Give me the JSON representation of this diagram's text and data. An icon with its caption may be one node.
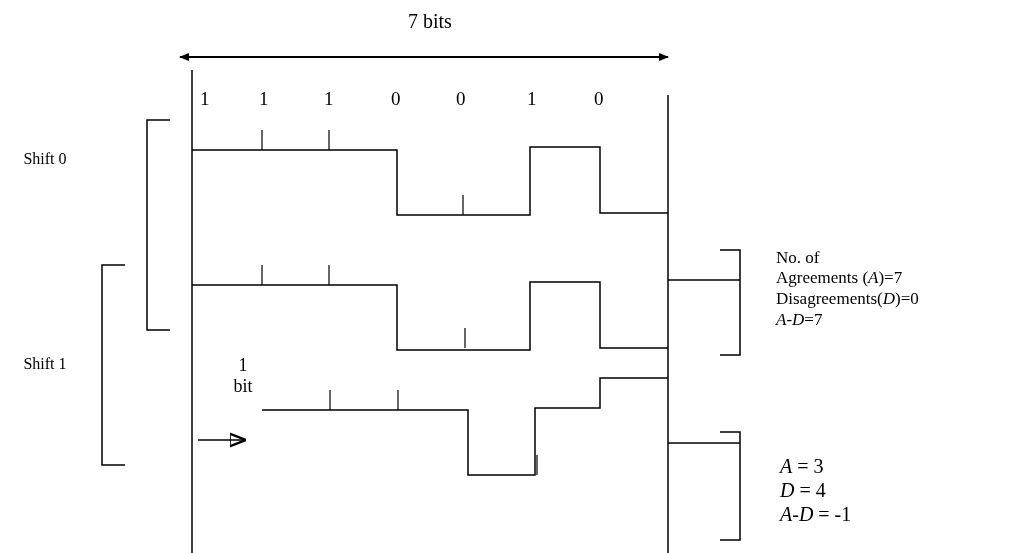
{
  "diagram": {
    "labels": [
      "7 bits",
      "1",
      "1",
      "1",
      "0",
      "0",
      "1",
      "0",
      "Shift 0",
      "Shift 1",
      "No. of",
      "Agreements (*A*)=7",
      "Disagreements(*D*)=0",
      "*A-D*=7",
      "1 bit",
      "*A* = 3",
      "*D* = 4",
      "*A-D* = -1"
    ]
  }
}
